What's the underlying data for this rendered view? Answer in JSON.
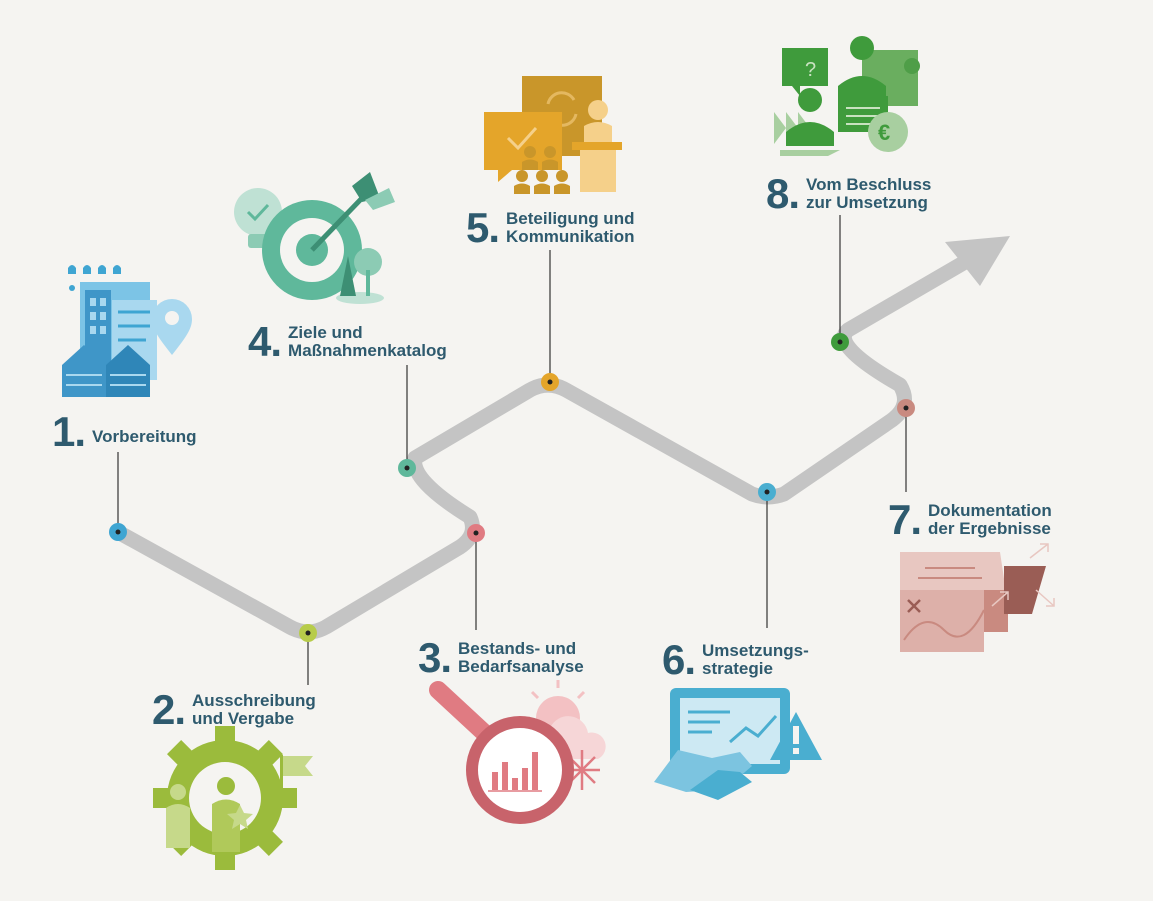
{
  "steps": [
    {
      "number": "1",
      "line1": "Vorbereitung",
      "line2": "",
      "color": "#3fa5d2"
    },
    {
      "number": "2",
      "line1": "Ausschreibung",
      "line2": "und Vergabe",
      "color": "#9bbb3c"
    },
    {
      "number": "3",
      "line1": "Bestands- und",
      "line2": "Bedarfsanalyse",
      "color": "#e07b82"
    },
    {
      "number": "4",
      "line1": "Ziele und",
      "line2": "Maßnahmenkatalog",
      "color": "#5fb89b"
    },
    {
      "number": "5",
      "line1": "Beteiligung und",
      "line2": "Kommunikation",
      "color": "#e4a52a"
    },
    {
      "number": "6",
      "line1": "Umsetzungs-",
      "line2": "strategie",
      "color": "#4aaed0"
    },
    {
      "number": "7",
      "line1": "Dokumentation",
      "line2": "der Ergebnisse",
      "color": "#c98a80"
    },
    {
      "number": "8",
      "line1": "Vom Beschluss",
      "line2": "zur Umsetzung",
      "color": "#3f9b3c"
    }
  ],
  "icons": [
    "building-rain-location-icon",
    "gear-people-flag-icon",
    "magnifier-chart-weather-icon",
    "target-arrow-lightbulb-icon",
    "speech-bubbles-presentation-icon",
    "handshake-tablet-warning-icon",
    "map-documents-icon",
    "people-puzzle-euro-icon"
  ],
  "colors": {
    "path": "#c4c4c4",
    "text": "#2e5a6e",
    "connector": "#333333",
    "background": "#f5f4f1"
  }
}
